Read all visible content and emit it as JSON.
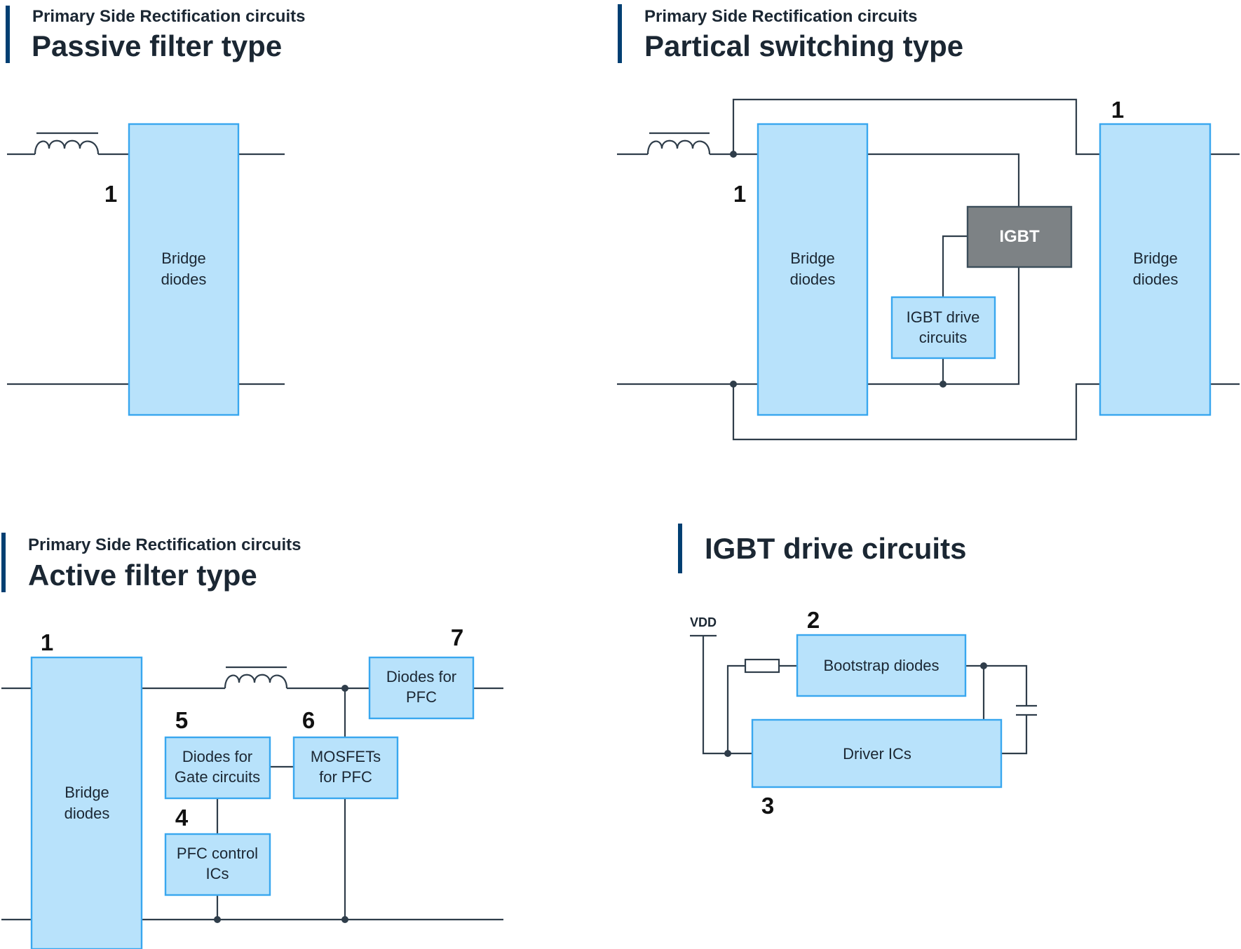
{
  "panels": {
    "passive": {
      "subtitle": "Primary Side Rectification circuits",
      "title": "Passive filter type",
      "bridge": [
        "Bridge",
        "diodes"
      ],
      "num_bridge": "1"
    },
    "partial": {
      "subtitle": "Primary Side Rectification circuits",
      "title": "Partical switching type",
      "bridge_left": [
        "Bridge",
        "diodes"
      ],
      "bridge_right": [
        "Bridge",
        "diodes"
      ],
      "igbt": "IGBT",
      "igbt_drive": [
        "IGBT drive",
        "circuits"
      ],
      "num_left": "1",
      "num_right": "1"
    },
    "active": {
      "subtitle": "Primary Side Rectification circuits",
      "title": "Active filter type",
      "bridge": [
        "Bridge",
        "diodes"
      ],
      "diodes_pfc": [
        "Diodes for",
        "PFC"
      ],
      "diodes_gate": [
        "Diodes for",
        "Gate circuits"
      ],
      "mosfets": [
        "MOSFETs",
        "for PFC"
      ],
      "pfc_ics": [
        "PFC control",
        "ICs"
      ],
      "num_bridge": "1",
      "num_diodes_pfc": "7",
      "num_diodes_gate": "5",
      "num_mosfets": "6",
      "num_pfc_ics": "4"
    },
    "igbt_drive": {
      "title": "IGBT drive circuits",
      "vdd": "VDD",
      "bootstrap": "Bootstrap diodes",
      "driver": "Driver ICs",
      "num_bootstrap": "2",
      "num_driver": "3"
    }
  },
  "colors": {
    "box_fill": "#b8e2fb",
    "box_stroke": "#39a7ef",
    "igbt_fill": "#7d8285",
    "accent_bar": "#003f72",
    "wire": "#2f3d4a"
  }
}
